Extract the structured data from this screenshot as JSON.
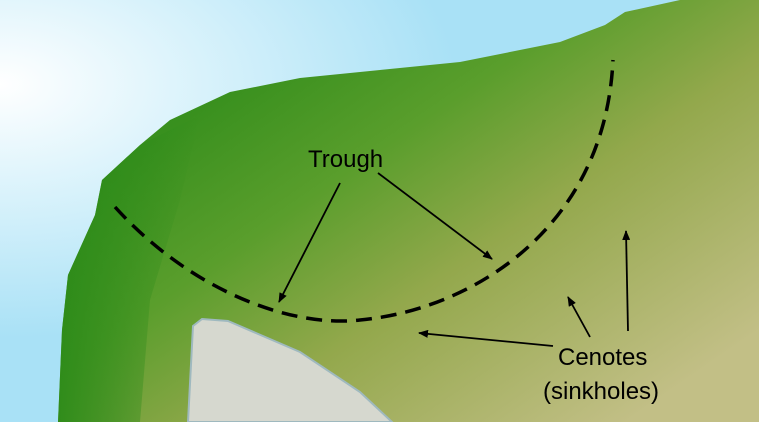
{
  "map": {
    "labels": {
      "trough": "Trough",
      "cenotes_line1": "Cenotes",
      "cenotes_line2": "(sinkholes)"
    },
    "colors": {
      "ocean": "#a9e1f6",
      "land_coast": "#2f8f1c",
      "land_interior": "#a7ad5a",
      "light_terrain": "#d8d9cf",
      "annotation": "#000000"
    }
  }
}
